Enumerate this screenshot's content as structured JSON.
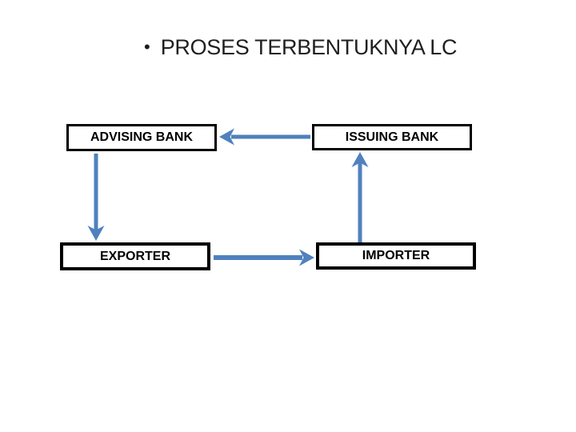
{
  "slide": {
    "bullet": "•",
    "title": "PROSES TERBENTUKNYA LC",
    "title_color": "#1f1f1f",
    "background_color": "#ffffff"
  },
  "diagram": {
    "arrow_color": "#4f81bd",
    "box_border_color": "#000000",
    "box_fill_color": "#ffffff",
    "boxes": [
      {
        "id": "advising-bank",
        "label": "ADVISING BANK"
      },
      {
        "id": "issuing-bank",
        "label": "ISSUING BANK"
      },
      {
        "id": "exporter",
        "label": "EXPORTER"
      },
      {
        "id": "importer",
        "label": "IMPORTER"
      }
    ],
    "arrows": [
      {
        "from": "issuing-bank",
        "to": "advising-bank",
        "direction": "left"
      },
      {
        "from": "advising-bank",
        "to": "exporter",
        "direction": "down"
      },
      {
        "from": "exporter",
        "to": "importer",
        "direction": "right"
      },
      {
        "from": "importer",
        "to": "issuing-bank",
        "direction": "up"
      }
    ]
  }
}
